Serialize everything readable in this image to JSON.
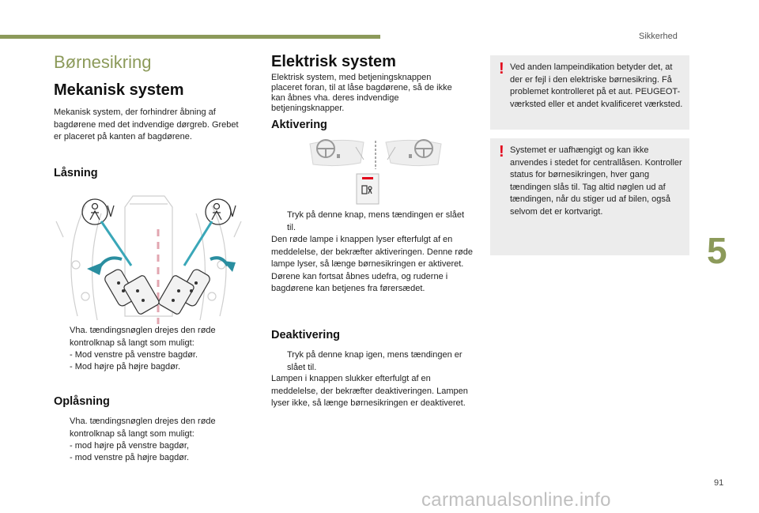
{
  "header": {
    "section": "Sikkerhed",
    "chapter_number": "5",
    "page_number": "91"
  },
  "watermark": "carmanualsonline.info",
  "left": {
    "page_title": "Børnesikring",
    "mechanical_heading": "Mekanisk system",
    "mechanical_text": "Mekanisk system, der forhindrer åbning af bagdørene med det indvendige dørgreb. Grebet er placeret på kanten af bagdørene.",
    "locking_heading": "Låsning",
    "locking_bullet_marker": "",
    "locking_bullet": "Vha. tændingsnøglen drejes den røde kontrolknap så langt som muligt:",
    "locking_sub1": "-  Mod venstre på venstre bagdør.",
    "locking_sub2": "-  Mod højre på højre bagdør.",
    "unlocking_heading": "Oplåsning",
    "unlocking_bullet_marker": "",
    "unlocking_bullet": "Vha. tændingsnøglen drejes den røde kontrolknap så langt som muligt:",
    "unlocking_sub1": "-  mod højre på venstre bagdør,",
    "unlocking_sub2": "-  mod venstre på højre bagdør."
  },
  "middle": {
    "heading": "Elektrisk system",
    "intro": "Elektrisk system, med betjeningsknappen placeret foran, til at låse bagdørene, så de ikke kan åbnes vha. deres indvendige betjeningsknapper.",
    "activation_heading": "Aktivering",
    "activation_bullet_marker": "",
    "activation_bullet": "Tryk på denne knap, mens tændingen er slået til.",
    "activation_text": "Den røde lampe i knappen lyser efterfulgt af en meddelelse, der bekræfter aktiveringen. Denne røde lampe lyser, så længe børnesikringen er aktiveret. Dørene kan fortsat åbnes udefra, og ruderne i bagdørene kan betjenes fra førersædet.",
    "deactivation_heading": "Deaktivering",
    "deactivation_bullet_marker": "",
    "deactivation_bullet": "Tryk på denne knap igen, mens tændingen er slået til.",
    "deactivation_text": "Lampen i knappen slukker efterfulgt af en meddelelse, der bekræfter deaktiveringen. Lampen lyser ikke, så længe børnesikringen er deaktiveret."
  },
  "right": {
    "warning_mark": "!",
    "warning1": "Ved anden lampeindikation betyder det, at der er fejl i den elektriske børnesikring. Få problemet kontrolleret på et aut. PEUGEOT-værksted eller et andet kvalificeret værksted.",
    "warning2": "Systemet er uafhængigt og kan ikke anvendes i stedet for centrallåsen. Kontroller status for børnesikringen, hver gang tændingen slås til. Tag altid nøglen ud af tændingen, når du stiger ud af bilen, også selvom det er kortvarigt."
  },
  "colors": {
    "accent": "#8c9a5a",
    "warning_red": "#e2001a",
    "arrow_teal": "#2a8ea0",
    "panel_grey": "#ececec"
  }
}
